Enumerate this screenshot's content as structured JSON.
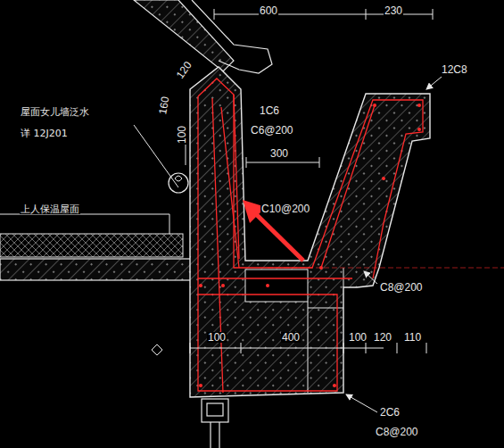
{
  "diagram": {
    "labels": [
      "600",
      "230",
      "12C8",
      "120",
      "160",
      "1C6",
      "C6@200",
      "屋面女儿墙泛水",
      "详 12J201",
      "100",
      "300",
      "C10@200",
      "上人保温屋面",
      "C8@200",
      "100",
      "400",
      "100",
      "120",
      "110",
      "2C6",
      "C8@200"
    ]
  }
}
